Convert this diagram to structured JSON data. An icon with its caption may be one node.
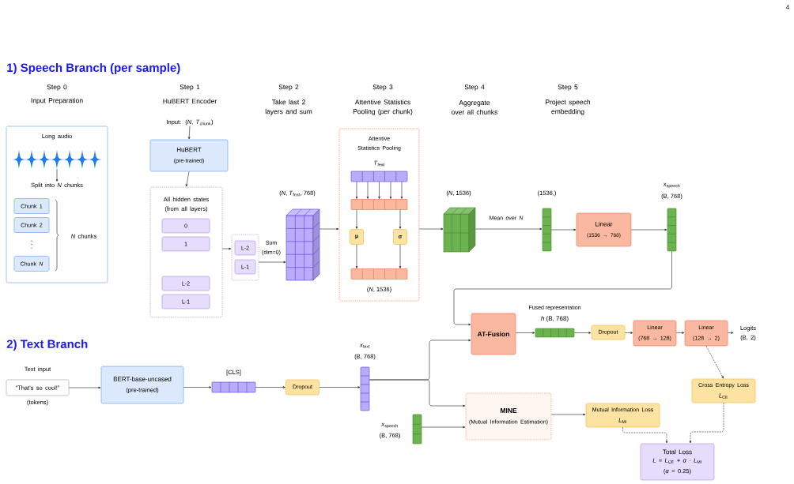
{
  "diagram": {
    "nodes": [
      {
        "text": [
          "Long audio"
        ]
      },
      {
        "text": [],
        "shape": "picture",
        "in": 0
      },
      {
        "text": [
          "Split into *N* chunks"
        ],
        "in": 0
      },
      {
        "text": [
          "Chunk 1"
        ],
        "in": 0
      },
      {
        "text": [
          "Chunk 2"
        ],
        "in": 0
      },
      {
        "text": [
          "Chunk *N*"
        ],
        "in": 0
      },
      {
        "text": [
          "Input: (*N*, *T*$_{chunk}$)"
        ]
      },
      {
        "text": [
          "HuBERT",
          "(pre-trained)"
        ]
      },
      {
        "text": [
          "All hidden states (from all layers)"
        ]
      },
      {
        "text": [
          "0"
        ],
        "in": 8
      },
      {
        "text": [
          "1"
        ],
        "in": 8
      },
      {
        "text": [
          "L-2"
        ],
        "in": 8
      },
      {
        "text": [
          "L-1"
        ],
        "in": 8
      },
      {
        "text": [],
        "shape": "box"
      },
      {
        "text": [
          "L-2"
        ],
        "in": 13
      },
      {
        "text": [
          "L-1"
        ],
        "in": 13
      },
      {
        "text": [],
        "shape": "cube",
        "beside": [
          "(*N*, *T*$_{feat}$, 768)"
        ]
      },
      {
        "text": [
          "Attentive Statistics Pooling"
        ]
      },
      {
        "text": [],
        "shape": "bar",
        "in": 17,
        "beside": [
          "*T*$_{feat}$"
        ]
      },
      {
        "text": [],
        "shape": "bar",
        "in": 17
      },
      {
        "text": [
          "μ"
        ],
        "in": 17
      },
      {
        "text": [
          "σ"
        ],
        "in": 17
      },
      {
        "text": [],
        "shape": "bar",
        "in": 17,
        "beside": [
          "(*N*, 1536)"
        ]
      },
      {
        "text": [],
        "shape": "cube",
        "beside": [
          "(*N*, 1536)"
        ]
      },
      {
        "text": [],
        "shape": "bar",
        "beside": [
          "(1536,)"
        ]
      },
      {
        "text": [
          "Linear",
          "(1536 → 768)"
        ]
      },
      {
        "text": [],
        "shape": "bar",
        "beside": [
          "*x*$_{speech}$",
          "(B, 768)"
        ]
      },
      {
        "text": [
          "AT-Fusion"
        ]
      },
      {
        "text": [],
        "shape": "bar",
        "beside": [
          "Fused representation",
          "*h* (B, 768)"
        ]
      },
      {
        "text": [
          "Dropout"
        ]
      },
      {
        "text": [
          "Linear",
          "(768 → 128)"
        ]
      },
      {
        "text": [
          "Linear",
          "(128 → 2)"
        ]
      },
      {
        "text": [
          "Logits (B, 2)"
        ]
      },
      {
        "text": [
          "Text input",
          "“That’s so cool!”"
        ],
        "beside": [
          "(tokens)"
        ]
      },
      {
        "text": [
          "BERT-base-uncased",
          "(pre-trained)"
        ]
      },
      {
        "text": [],
        "shape": "bar",
        "beside": [
          "[CLS]"
        ]
      },
      {
        "text": [
          "Dropout"
        ]
      },
      {
        "text": [],
        "shape": "bar",
        "beside": [
          "*x*$_{text}$",
          "(B, 768)"
        ]
      },
      {
        "text": [
          "Cross Entropy Loss",
          "*L*$_{CE}$"
        ]
      },
      {
        "text": [
          "MINE",
          "(Mutual Information Estimation)"
        ]
      },
      {
        "text": [],
        "shape": "bar",
        "beside": [
          "*x*$_{speech}$",
          "(B, 768)"
        ]
      },
      {
        "text": [
          "Mutual Information Loss",
          "*L*$_{MI}$"
        ]
      },
      {
        "text": [
          "Total Loss",
          "*L* = *L*$_{CE}$ + *α* · *L*$_{MI}$",
          "(*α* = 0.25)"
        ]
      }
    ],
    "edges": [
      {
        "from": 1,
        "to": 2,
        "arrow": "to"
      },
      {
        "from": 6,
        "to": 7,
        "arrow": "to"
      },
      {
        "from": 7,
        "to": 8,
        "arrow": "to"
      },
      {
        "from": 8,
        "to": 13,
        "arrow": "to"
      },
      {
        "from": 13,
        "to": 16,
        "arrow": "to",
        "label": "Sum (dim=0)"
      },
      {
        "from": 16,
        "to": 17,
        "arrow": "to"
      },
      {
        "from": 18,
        "to": 19,
        "arrow": "to"
      },
      {
        "from": 18,
        "to": 19,
        "arrow": "to"
      },
      {
        "from": 18,
        "to": 19,
        "arrow": "to"
      },
      {
        "from": 18,
        "to": 19,
        "arrow": "to"
      },
      {
        "from": 18,
        "to": 19,
        "arrow": "to"
      },
      {
        "from": 19,
        "to": 20,
        "arrow": "to"
      },
      {
        "from": 19,
        "to": 21,
        "arrow": "to"
      },
      {
        "from": 20,
        "to": 22,
        "arrow": "to"
      },
      {
        "from": 21,
        "to": 22,
        "arrow": "to"
      },
      {
        "from": 17,
        "to": 23,
        "arrow": "to"
      },
      {
        "from": 23,
        "to": 24,
        "arrow": "to",
        "label": "Mean over *N*"
      },
      {
        "from": 24,
        "to": 25,
        "arrow": "to"
      },
      {
        "from": 25,
        "to": 26,
        "arrow": "to"
      },
      {
        "from": 26,
        "to": 27,
        "arrow": "to"
      },
      {
        "from": 27,
        "to": 28,
        "arrow": "to"
      },
      {
        "from": 28,
        "to": 29,
        "arrow": "to"
      },
      {
        "from": 29,
        "to": 30,
        "arrow": "to"
      },
      {
        "from": 30,
        "to": 31,
        "arrow": "to"
      },
      {
        "from": 31,
        "to": 32,
        "arrow": "to"
      },
      {
        "from": 31,
        "to": 38,
        "arrow": "to",
        "style": "dashed"
      },
      {
        "from": 33,
        "to": 34,
        "arrow": "to"
      },
      {
        "from": 34,
        "to": 35,
        "arrow": "to"
      },
      {
        "from": 35,
        "to": 36,
        "arrow": "to"
      },
      {
        "from": 36,
        "to": 37,
        "arrow": "to"
      },
      {
        "from": 37,
        "to": 27,
        "arrow": "to"
      },
      {
        "from": 37,
        "to": 39,
        "arrow": "to"
      },
      {
        "from": 40,
        "to": 39,
        "arrow": "to"
      },
      {
        "from": 39,
        "to": 41,
        "arrow": "to"
      },
      {
        "from": 41,
        "to": 42,
        "arrow": "to",
        "style": "dashed"
      },
      {
        "from": 38,
        "to": 42,
        "arrow": "to",
        "style": "dashed"
      }
    ],
    "labels": [
      "4",
      "1) Speech Branch (per sample)",
      "Step 0",
      "Input Preparation",
      "Step 1",
      "HuBERT Encoder",
      "Step 2",
      "Take last 2 layers and sum",
      "Step 3",
      "Attentive Statistics Pooling (per chunk)",
      "Step 4",
      "Aggregate over all chunks",
      "Step 5",
      "Project speech embedding",
      "*N* chunks",
      "2) Text Branch"
    ]
  }
}
